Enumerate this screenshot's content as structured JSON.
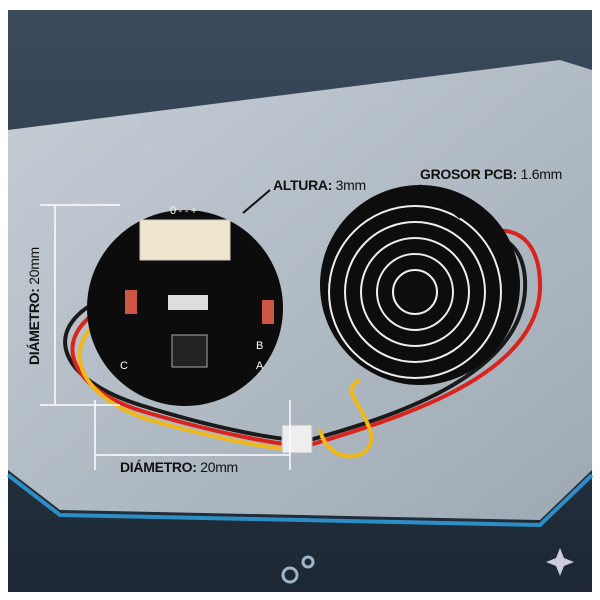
{
  "labels": {
    "height": {
      "key": "ALTURA:",
      "value": "3mm"
    },
    "thickness": {
      "key": "GROSOR PCB:",
      "value": "1.6mm"
    },
    "diameter_vertical": {
      "key": "DIÁMETRO:",
      "value": "20mm"
    },
    "diameter_horizontal": {
      "key": "DIÁMETRO:",
      "value": "20mm"
    }
  },
  "pcb_silkscreen": {
    "connector": "0 - - +",
    "pad_b": "B",
    "pad_c": "C",
    "pad_a": "A"
  },
  "icons": [
    "gears-icon",
    "sparkle-icon"
  ],
  "colors": {
    "background": "#b9c3cc",
    "frame": "#2a3a4c",
    "glow": "#2fa8e8",
    "pcb": "#0c0c0c",
    "wire_red": "#d8241c",
    "wire_yellow": "#f0b81a",
    "wire_black": "#1a1a1a"
  }
}
